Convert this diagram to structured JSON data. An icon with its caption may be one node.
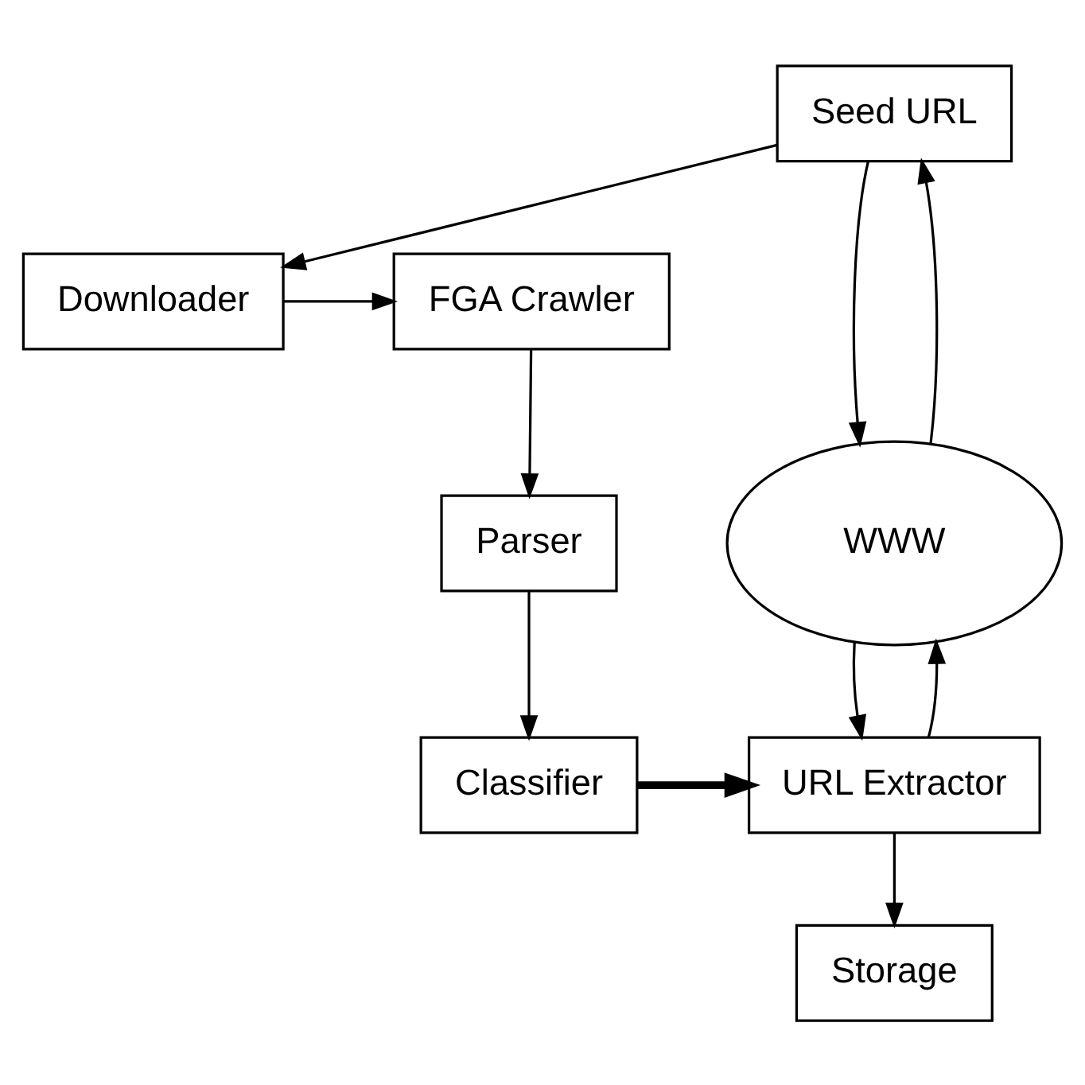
{
  "diagram": {
    "nodes": [
      {
        "text": [
          "Seed URL"
        ]
      },
      {
        "text": [
          "WWW"
        ]
      },
      {
        "text": [
          "Downloader"
        ]
      },
      {
        "text": [
          "FGA Crawler"
        ]
      },
      {
        "text": [
          "Parser"
        ]
      },
      {
        "text": [
          "URL Extractor"
        ]
      },
      {
        "text": [
          "Classifier"
        ]
      },
      {
        "text": [
          "Storage"
        ]
      }
    ],
    "edges": [
      {
        "from": 1,
        "to": 0,
        "arrow": "to"
      },
      {
        "from": 0,
        "to": 1,
        "arrow": "to"
      },
      {
        "from": 0,
        "to": 2,
        "arrow": "to"
      },
      {
        "from": 2,
        "to": 3,
        "arrow": "to"
      },
      {
        "from": 3,
        "to": 4,
        "arrow": "to"
      },
      {
        "from": 4,
        "to": 6,
        "arrow": "to"
      },
      {
        "from": 6,
        "to": 5,
        "arrow": "to",
        "style": "thick"
      },
      {
        "from": 5,
        "to": 1,
        "arrow": "to"
      },
      {
        "from": 1,
        "to": 5,
        "arrow": "to"
      },
      {
        "from": 5,
        "to": 7,
        "arrow": "to"
      }
    ]
  }
}
